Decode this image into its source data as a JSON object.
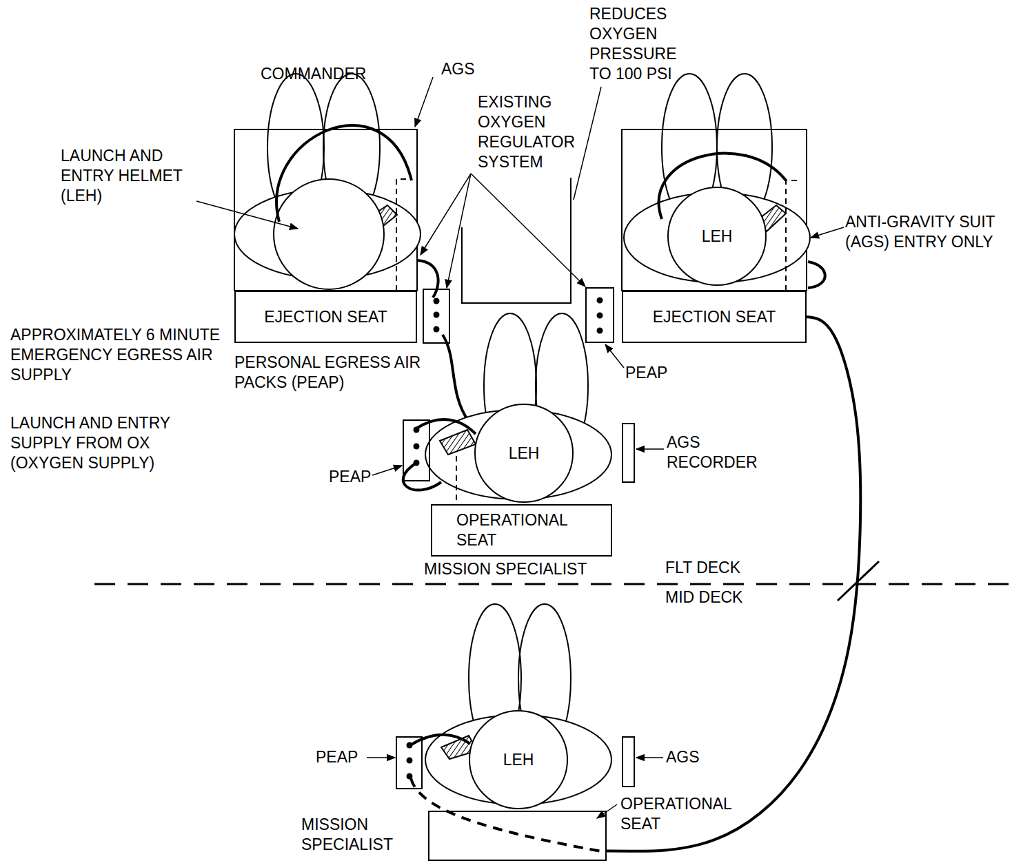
{
  "diagram": {
    "nodes": [
      {
        "text": [
          "EJECTION SEAT"
        ]
      },
      {
        "text": [
          "LEH"
        ]
      },
      {
        "text": [
          "EJECTION SEAT"
        ]
      },
      {
        "text": [
          "LEH"
        ]
      },
      {
        "text": [
          "OPERATIONAL SEAT"
        ]
      },
      {
        "text": [
          "LEH"
        ]
      },
      {
        "text": [
          "OPERATIONAL SEAT"
        ]
      }
    ],
    "edges": [
      {
        "from": 2,
        "to": 6,
        "arrow": "none"
      }
    ],
    "labels": [
      "COMMANDER",
      "AGS",
      "EXISTING OXYGEN REGULATOR SYSTEM",
      "REDUCES OXYGEN PRESSURE TO 100 PSI",
      "LAUNCH AND ENTRY HELMET (LEH)",
      "ANTI-GRAVITY SUIT (AGS) ENTRY ONLY",
      "APPROXIMATELY 6 MINUTE EMERGENCY EGRESS AIR SUPPLY",
      "PERSONAL EGRESS AIR PACKS (PEAP)",
      "PEAP",
      "LAUNCH AND ENTRY SUPPLY FROM OX (OXYGEN SUPPLY)",
      "PEAP",
      "AGS RECORDER",
      "MISSION SPECIALIST",
      "FLT DECK",
      "MID DECK",
      "PEAP",
      "AGS",
      "MISSION SPECIALIST"
    ]
  }
}
